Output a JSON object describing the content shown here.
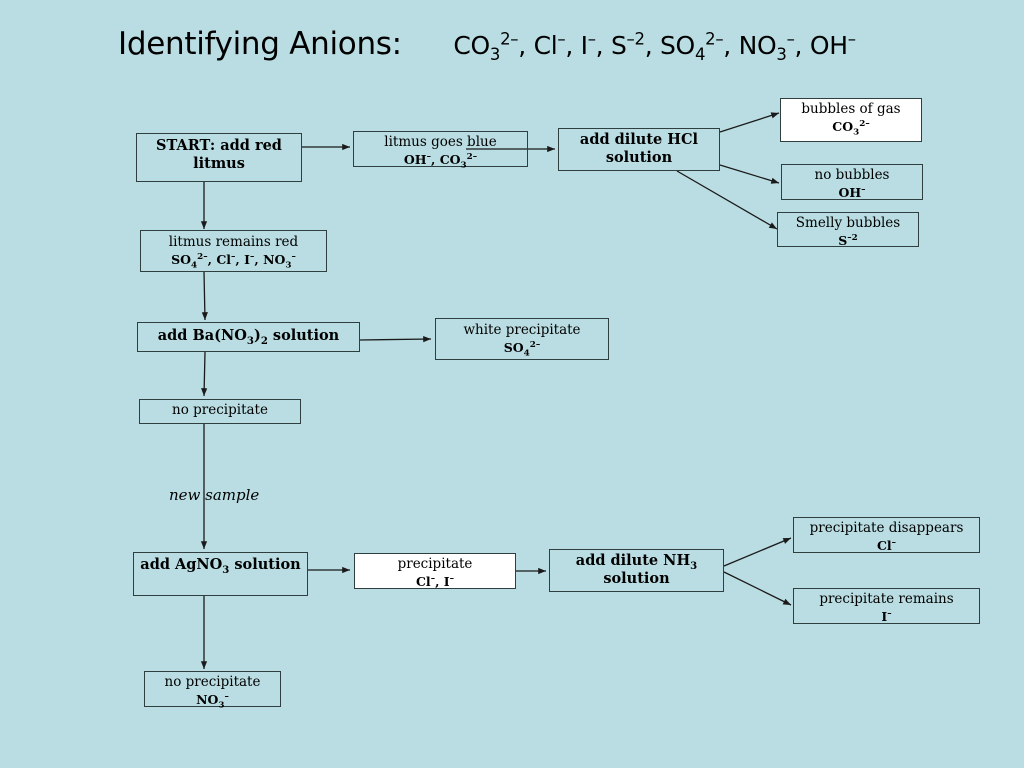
{
  "title": {
    "heading": "Identifying Anions:",
    "ions": [
      {
        "base": "CO",
        "sub": "3",
        "sup": "2–",
        "sep": ", "
      },
      {
        "base": "Cl",
        "sub": "",
        "sup": "–",
        "sep": ", "
      },
      {
        "base": "I",
        "sub": "",
        "sup": "–",
        "sep": ", "
      },
      {
        "base": "S",
        "sub": "",
        "sup": "–2",
        "sep": ", "
      },
      {
        "base": "SO",
        "sub": "4",
        "sup": "2–",
        "sep": ", "
      },
      {
        "base": "NO",
        "sub": "3",
        "sup": "–",
        "sep": ", "
      },
      {
        "base": "OH",
        "sub": "",
        "sup": "–",
        "sep": ""
      }
    ]
  },
  "nodes": {
    "start": {
      "line1": "START: add red",
      "line2": "litmus"
    },
    "litmus_blue": {
      "line1": "litmus goes blue",
      "ion_a": "OH",
      "ion_a_sup": "–",
      "ion_b": "CO",
      "ion_b_sub": "3",
      "ion_b_sup": "2–"
    },
    "add_hcl": {
      "line1": "add dilute HCl",
      "line2": "solution"
    },
    "bubbles_gas": {
      "line1": "bubbles of gas",
      "ion": "CO",
      "ion_sub": "3",
      "ion_sup": "2–"
    },
    "no_bubbles": {
      "line1": "no bubbles",
      "ion": "OH",
      "ion_sup": "–"
    },
    "smelly_bubbles": {
      "line1": "Smelly bubbles",
      "ion": "S",
      "ion_sup": "–2"
    },
    "litmus_red": {
      "line1": "litmus remains red",
      "ion1": "SO",
      "ion1_sub": "4",
      "ion1_sup": "2–",
      "ion2": "Cl",
      "ion2_sup": "–",
      "ion3": "I",
      "ion3_sup": "–",
      "ion4": "NO",
      "ion4_sub": "3",
      "ion4_sup": "–"
    },
    "add_bano3": {
      "pre": "add Ba(NO",
      "sub": "3",
      "post": ")",
      "sub2": "2",
      "tail": " solution"
    },
    "white_ppt": {
      "line1": "white precipitate",
      "ion": "SO",
      "ion_sub": "4",
      "ion_sup": "2–"
    },
    "no_ppt_1": {
      "line1": "no precipitate"
    },
    "new_sample": "new  sample",
    "add_agno3": {
      "pre": "add AgNO",
      "sub": "3",
      "tail": " solution"
    },
    "precipitate": {
      "line1": "precipitate",
      "ion1": "Cl",
      "ion1_sup": "–",
      "ion2": "I",
      "ion2_sup": "–"
    },
    "add_nh3": {
      "pre": "add dilute NH",
      "sub": "3",
      "line2": "solution"
    },
    "ppt_disappears": {
      "line1": "precipitate disappears",
      "ion": "Cl",
      "ion_sup": "–"
    },
    "ppt_remains": {
      "line1": "precipitate remains",
      "ion": "I",
      "ion_sup": "–"
    },
    "no_ppt_2": {
      "line1": "no precipitate",
      "ion": "NO",
      "ion_sub": "3",
      "ion_sup": "–"
    }
  }
}
